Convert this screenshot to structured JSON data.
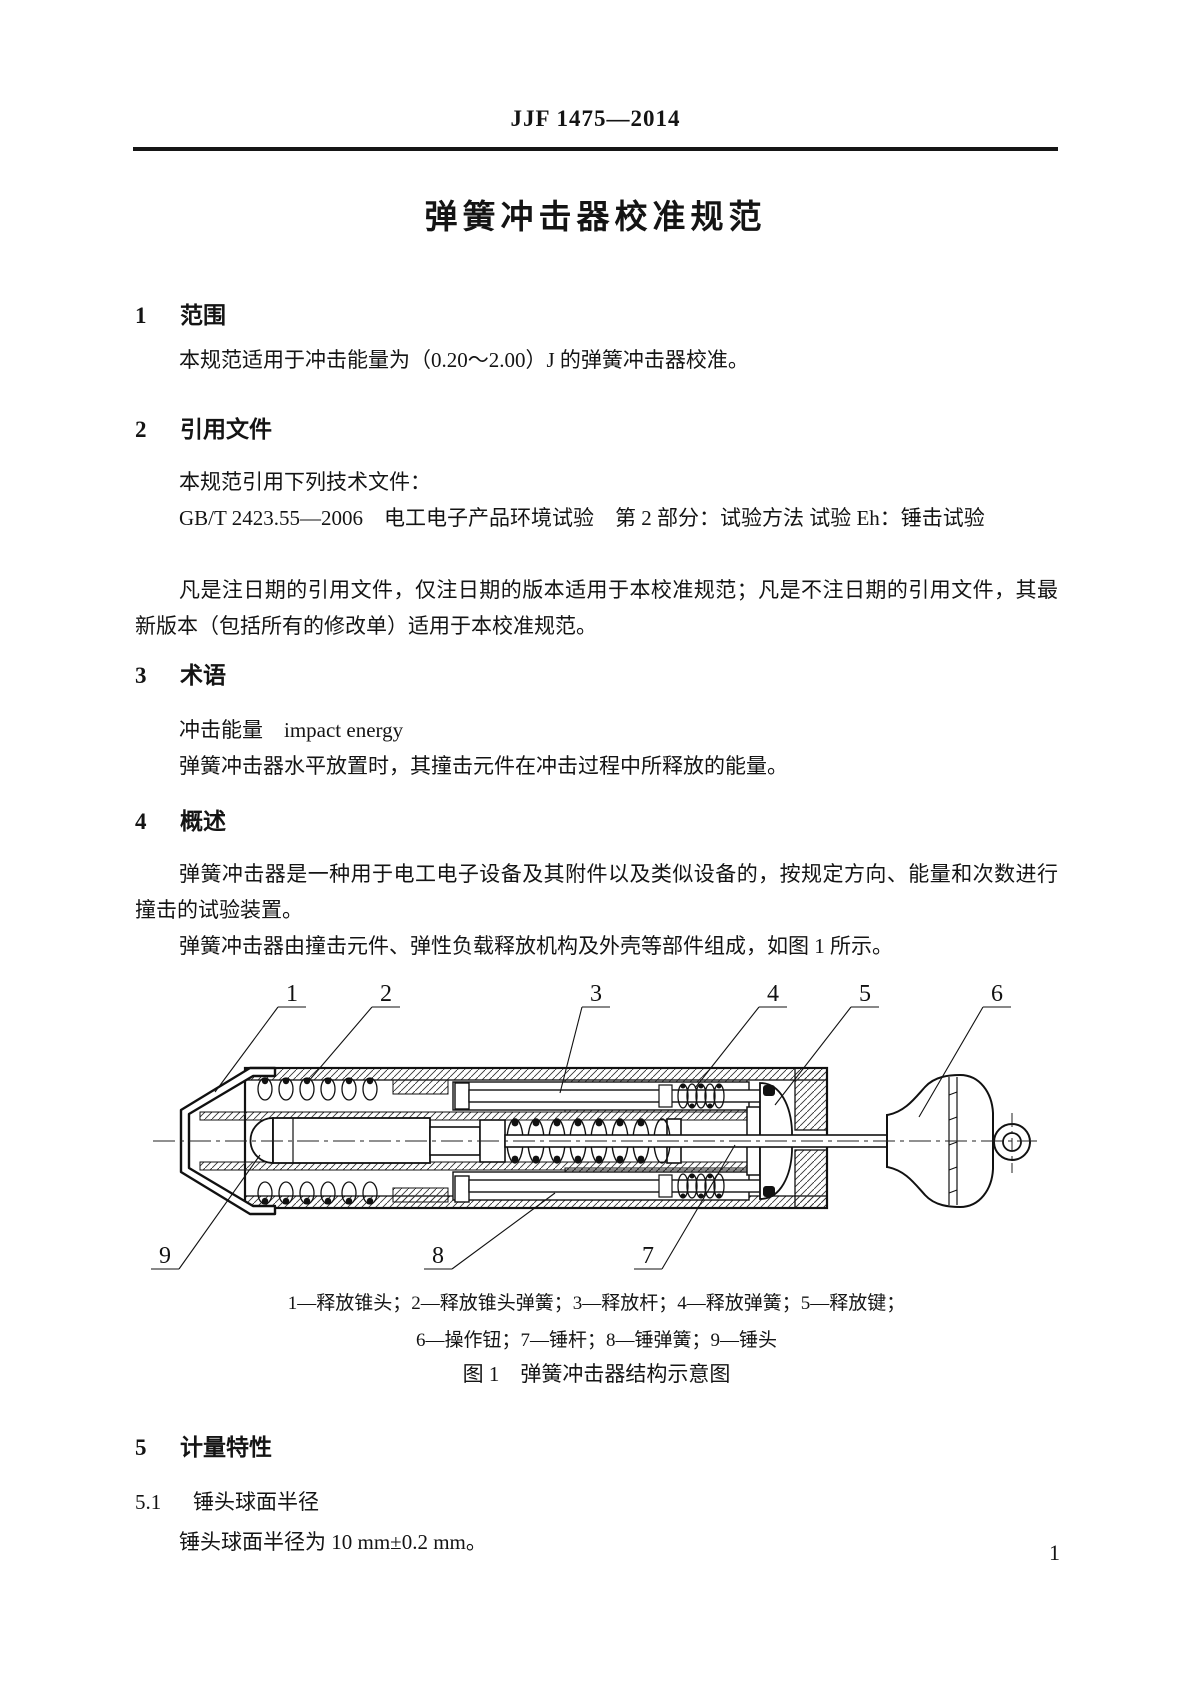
{
  "header": {
    "code": "JJF 1475—2014"
  },
  "title": "弹簧冲击器校准规范",
  "sections": {
    "s1": {
      "num": "1",
      "heading": "范围",
      "p1": "本规范适用于冲击能量为（0.20～2.00）J 的弹簧冲击器校准。"
    },
    "s2": {
      "num": "2",
      "heading": "引用文件",
      "p1": "本规范引用下列技术文件：",
      "p2": "GB/T 2423.55—2006　电工电子产品环境试验　第 2 部分：试验方法 试验 Eh：锤击试验",
      "p3": "凡是注日期的引用文件，仅注日期的版本适用于本校准规范；凡是不注日期的引用文件，其最新版本（包括所有的修改单）适用于本校准规范。"
    },
    "s3": {
      "num": "3",
      "heading": "术语",
      "term": "冲击能量　impact energy",
      "definition": "弹簧冲击器水平放置时，其撞击元件在冲击过程中所释放的能量。"
    },
    "s4": {
      "num": "4",
      "heading": "概述",
      "p1": "弹簧冲击器是一种用于电工电子设备及其附件以及类似设备的，按规定方向、能量和次数进行撞击的试验装置。",
      "p2": "弹簧冲击器由撞击元件、弹性负载释放机构及外壳等部件组成，如图 1 所示。"
    },
    "s5": {
      "num": "5",
      "heading": "计量特性",
      "sub_num": "5.1",
      "sub_heading": "锤头球面半径",
      "p1": "锤头球面半径为 10 mm±0.2 mm。"
    }
  },
  "figure": {
    "callouts": [
      "1",
      "2",
      "3",
      "4",
      "5",
      "6",
      "7",
      "8",
      "9"
    ],
    "legend_line1": "1—释放锥头；2—释放锥头弹簧；3—释放杆；4—释放弹簧；5—释放键；",
    "legend_line2": "6—操作钮；7—锤杆；8—锤弹簧；9—锤头",
    "caption": "图 1　弹簧冲击器结构示意图",
    "ink_color": "#111111"
  },
  "footer": {
    "page_number": "1"
  }
}
